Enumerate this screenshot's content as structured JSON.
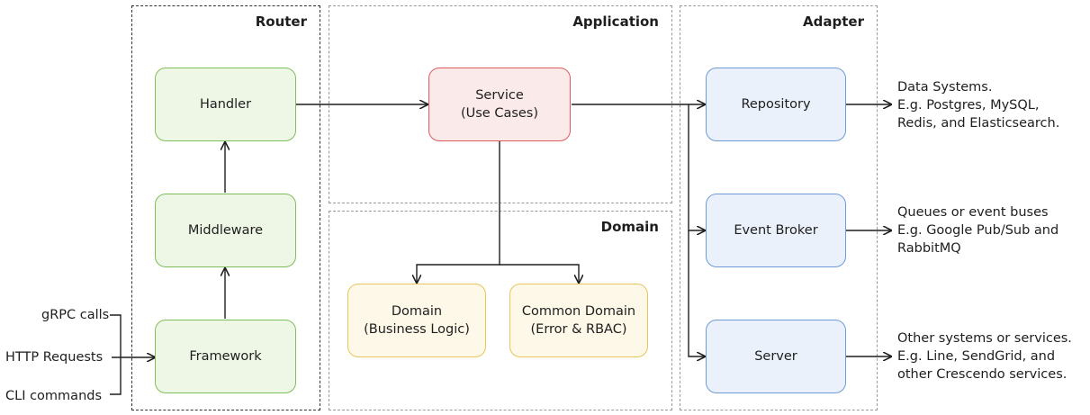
{
  "regions": {
    "router": "Router",
    "application": "Application",
    "domain": "Domain",
    "adapter": "Adapter"
  },
  "router": {
    "handler": "Handler",
    "middleware": "Middleware",
    "framework": "Framework"
  },
  "application": {
    "service": "Service\n(Use Cases)"
  },
  "domain": {
    "domain_box": "Domain\n(Business Logic)",
    "common_domain_box": "Common Domain\n(Error & RBAC)"
  },
  "adapter": {
    "repository": "Repository",
    "event_broker": "Event Broker",
    "server": "Server"
  },
  "inputs": [
    "gRPC calls",
    "HTTP Requests",
    "CLI commands"
  ],
  "outputs": {
    "repository": [
      "Data Systems.",
      "E.g. Postgres, MySQL,",
      "Redis, and Elasticsearch."
    ],
    "event_broker": [
      "Queues or event buses",
      "E.g. Google Pub/Sub and",
      "RabbitMQ"
    ],
    "server": [
      "Other systems or services.",
      "E.g. Line, SendGrid, and",
      "other Crescendo services."
    ]
  },
  "colors": {
    "router_boxes": "#7fbf5a",
    "service_box": "#e05a5a",
    "domain_boxes": "#e6c55a",
    "adapter_boxes": "#6f9bd8"
  }
}
